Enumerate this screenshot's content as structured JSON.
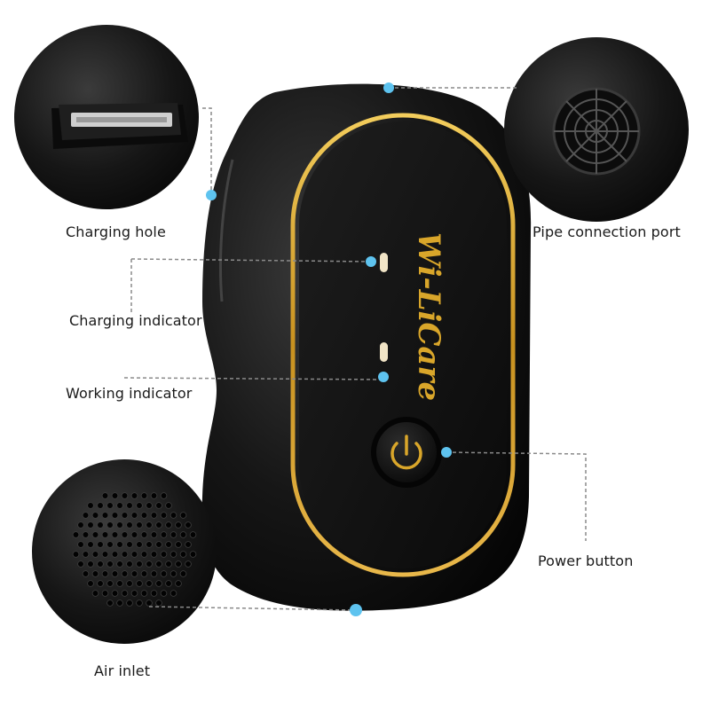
{
  "brand": {
    "logo_text": "Wi-LiCare"
  },
  "callouts": {
    "charging_hole": "Charging hole",
    "charging_indicator": "Charging indicator",
    "working_indicator": "Working indicator",
    "air_inlet": "Air inlet",
    "pipe_connection_port": "Pipe connection port",
    "power_button": "Power button"
  },
  "colors": {
    "background": "#ffffff",
    "device_body": "#141414",
    "gold_trim": "#d9a62a",
    "marker_dot": "#5ec3ef",
    "leader_line": "#8a8a8a",
    "indicator_light": "#f1e4c6"
  },
  "icons": {
    "power": "power-icon"
  }
}
